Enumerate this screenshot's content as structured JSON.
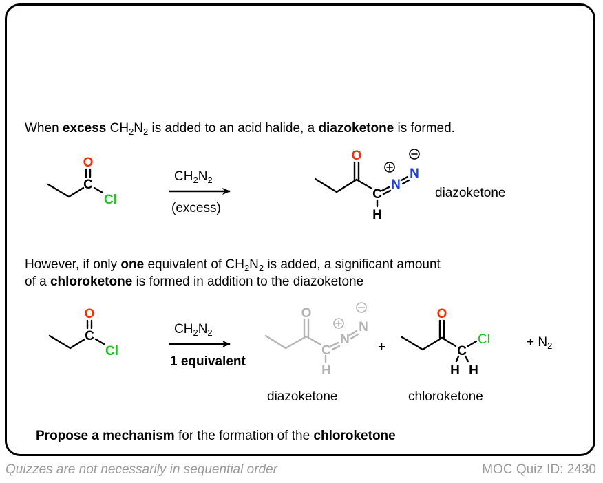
{
  "intro": {
    "p1": "When ",
    "b1": "excess",
    "p2": " CH",
    "s1": "2",
    "p3": "N",
    "s2": "2",
    "p4": " is added to an acid halide, a ",
    "b2": "diazoketone",
    "p5": " is formed."
  },
  "reaction1": {
    "reagent": {
      "main": "CH",
      "sub1": "2",
      "n": "N",
      "sub2": "2"
    },
    "condition": "(excess)",
    "product_label": "diazoketone"
  },
  "middle": {
    "line1_p1": "However, if only ",
    "line1_b1": "one",
    "line1_p2": " equivalent of CH",
    "line1_s1": "2",
    "line1_p3": "N",
    "line1_s2": "2",
    "line1_p4": " is added, a significant amount",
    "line2_p1": "of a ",
    "line2_b1": "chloroketone",
    "line2_p2": " is formed in addition to the diazoketone"
  },
  "reaction2": {
    "reagent": {
      "main": "CH",
      "sub1": "2",
      "n": "N",
      "sub2": "2"
    },
    "condition": "1 equivalent",
    "plus1": "+",
    "plus2": "+ N",
    "plus2_sub": "2",
    "label_diazoketone": "diazoketone",
    "label_chloroketone": "chloroketone"
  },
  "atoms": {
    "O": "O",
    "C": "C",
    "Cl": "Cl",
    "N": "N",
    "H": "H",
    "plus_charge": "+",
    "minus_charge": "−"
  },
  "question": {
    "b1": "Propose a mechanism",
    "p1": " for the formation of the ",
    "b2": "chloroketone"
  },
  "footer": {
    "left": "Quizzes are not necessarily in sequential order",
    "right": "MOC Quiz ID: 2430"
  },
  "colors": {
    "oxygen": "#ff2a00",
    "chlorine": "#16c916",
    "nitrogen": "#1a3cff",
    "faded": "#b3b3b3",
    "footer": "#9a9a9a"
  }
}
